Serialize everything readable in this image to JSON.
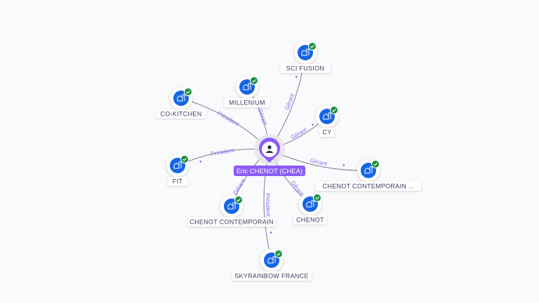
{
  "center": {
    "name": "Eric CHENOT (CHEA)",
    "icon": "person-icon"
  },
  "colors": {
    "accent": "#8b5cf6",
    "company": "#1565e6",
    "verified": "#1e8e3e",
    "edge": "#7a7f95"
  },
  "companies": [
    {
      "name": "SCI FUSION",
      "role": "Gérant",
      "icon": "building-icon",
      "verified": true
    },
    {
      "name": "MILLENIUM",
      "role": "Gérant",
      "icon": "building-icon",
      "verified": true
    },
    {
      "name": "CO-KITCHEN",
      "role": "Président",
      "icon": "building-icon",
      "verified": true
    },
    {
      "name": "CY",
      "role": "Gérant",
      "icon": "building-icon",
      "verified": true
    },
    {
      "name": "FIT",
      "role": "Président",
      "icon": "building-icon",
      "verified": true
    },
    {
      "name": "CHENOT CONTEMPORAIN ...",
      "role": "Gérant",
      "icon": "building-icon",
      "verified": true
    },
    {
      "name": "CHENOT",
      "role": "Gérant",
      "icon": "building-icon",
      "verified": true
    },
    {
      "name": "CHENOT CONTEMPORAIN",
      "role": "Gérant",
      "icon": "building-icon",
      "verified": true
    },
    {
      "name": "SKYRAINBOW FRANCE",
      "role": "Président",
      "icon": "building-icon",
      "verified": true
    }
  ]
}
